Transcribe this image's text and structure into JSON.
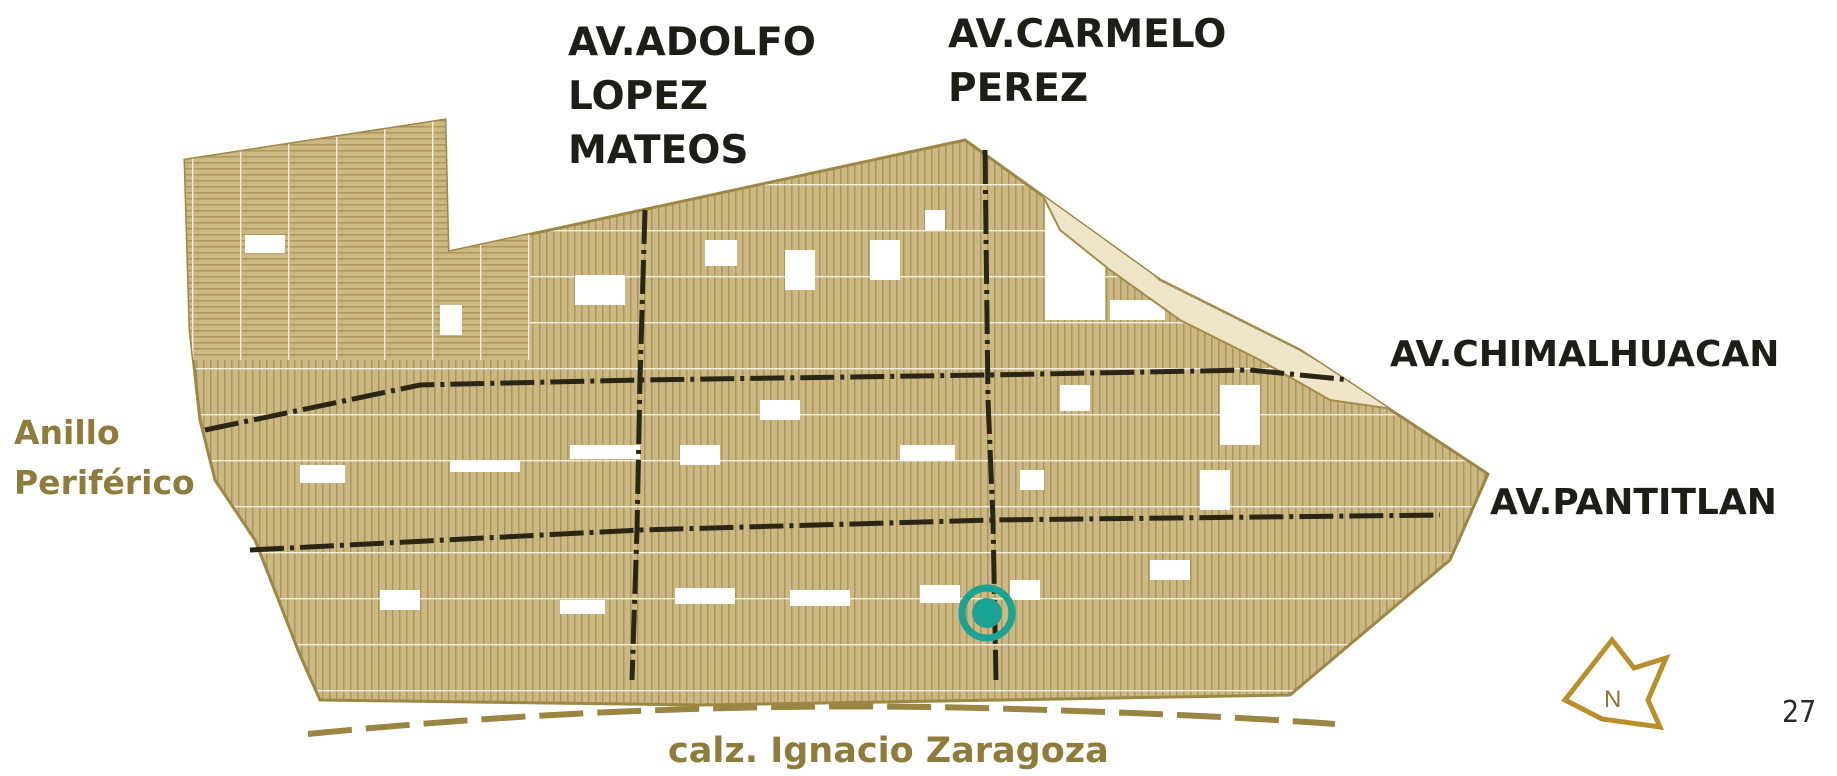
{
  "map": {
    "streets": {
      "adolfo_lopez_mateos": [
        "AV.ADOLFO",
        "LOPEZ",
        "MATEOS"
      ],
      "carmelo_perez": [
        "AV.CARMELO",
        "PEREZ"
      ],
      "chimalhuacan": "AV.CHIMALHUACAN",
      "pantitlan": "AV.PANTITLAN",
      "anillo_periferico": [
        "Anillo",
        "Periférico"
      ],
      "zaragoza": "calz. Ignacio Zaragoza"
    },
    "north_arrow": {
      "letter": "N",
      "icon": "north-arrow-icon"
    },
    "location_marker": {
      "icon": "location-marker-icon"
    }
  },
  "page_number": "27",
  "colors": {
    "block_fill": "#c9b680",
    "block_lines": "#a08a48",
    "avenues": "#2a2616",
    "label_dark": "#1e1d17",
    "label_gold": "#8f7b3a",
    "marker": "#1aa392",
    "north_arrow": "#b88f2a"
  }
}
